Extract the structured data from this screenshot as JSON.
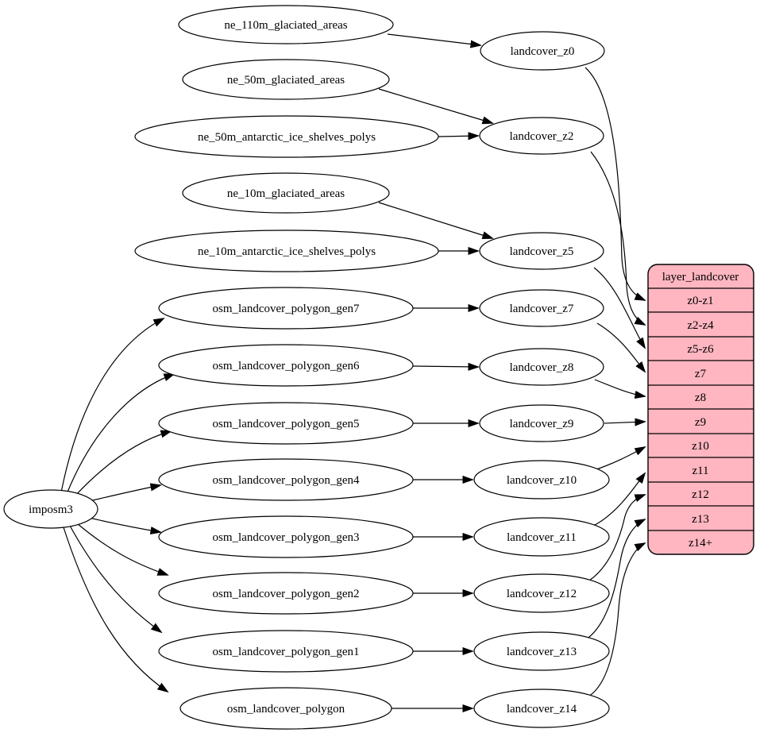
{
  "diagram": {
    "kind": "etl-dependency-graph",
    "colors": {
      "background": "#ffffff",
      "node_fill": "#ffffff",
      "node_stroke": "#000000",
      "edge": "#000000",
      "table_fill": "#ffb6c1",
      "text": "#000000"
    }
  },
  "nodes": {
    "imposm3": {
      "label": "imposm3"
    },
    "ne_110m_glaciated_areas": {
      "label": "ne_110m_glaciated_areas"
    },
    "ne_50m_glaciated_areas": {
      "label": "ne_50m_glaciated_areas"
    },
    "ne_50m_antarctic_ice_shelves_polys": {
      "label": "ne_50m_antarctic_ice_shelves_polys"
    },
    "ne_10m_glaciated_areas": {
      "label": "ne_10m_glaciated_areas"
    },
    "ne_10m_antarctic_ice_shelves_polys": {
      "label": "ne_10m_antarctic_ice_shelves_polys"
    },
    "osm_landcover_polygon_gen7": {
      "label": "osm_landcover_polygon_gen7"
    },
    "osm_landcover_polygon_gen6": {
      "label": "osm_landcover_polygon_gen6"
    },
    "osm_landcover_polygon_gen5": {
      "label": "osm_landcover_polygon_gen5"
    },
    "osm_landcover_polygon_gen4": {
      "label": "osm_landcover_polygon_gen4"
    },
    "osm_landcover_polygon_gen3": {
      "label": "osm_landcover_polygon_gen3"
    },
    "osm_landcover_polygon_gen2": {
      "label": "osm_landcover_polygon_gen2"
    },
    "osm_landcover_polygon_gen1": {
      "label": "osm_landcover_polygon_gen1"
    },
    "osm_landcover_polygon": {
      "label": "osm_landcover_polygon"
    },
    "landcover_z0": {
      "label": "landcover_z0"
    },
    "landcover_z2": {
      "label": "landcover_z2"
    },
    "landcover_z5": {
      "label": "landcover_z5"
    },
    "landcover_z7": {
      "label": "landcover_z7"
    },
    "landcover_z8": {
      "label": "landcover_z8"
    },
    "landcover_z9": {
      "label": "landcover_z9"
    },
    "landcover_z10": {
      "label": "landcover_z10"
    },
    "landcover_z11": {
      "label": "landcover_z11"
    },
    "landcover_z12": {
      "label": "landcover_z12"
    },
    "landcover_z13": {
      "label": "landcover_z13"
    },
    "landcover_z14": {
      "label": "landcover_z14"
    }
  },
  "table": {
    "title": "layer_landcover",
    "rows": [
      "z0-z1",
      "z2-z4",
      "z5-z6",
      "z7",
      "z8",
      "z9",
      "z10",
      "z11",
      "z12",
      "z13",
      "z14+"
    ]
  },
  "edges": [
    {
      "from": "imposm3",
      "to": "osm_landcover_polygon_gen7"
    },
    {
      "from": "imposm3",
      "to": "osm_landcover_polygon_gen6"
    },
    {
      "from": "imposm3",
      "to": "osm_landcover_polygon_gen5"
    },
    {
      "from": "imposm3",
      "to": "osm_landcover_polygon_gen4"
    },
    {
      "from": "imposm3",
      "to": "osm_landcover_polygon_gen3"
    },
    {
      "from": "imposm3",
      "to": "osm_landcover_polygon_gen2"
    },
    {
      "from": "imposm3",
      "to": "osm_landcover_polygon_gen1"
    },
    {
      "from": "imposm3",
      "to": "osm_landcover_polygon"
    },
    {
      "from": "ne_110m_glaciated_areas",
      "to": "landcover_z0"
    },
    {
      "from": "ne_50m_glaciated_areas",
      "to": "landcover_z2"
    },
    {
      "from": "ne_50m_antarctic_ice_shelves_polys",
      "to": "landcover_z2"
    },
    {
      "from": "ne_10m_glaciated_areas",
      "to": "landcover_z5"
    },
    {
      "from": "ne_10m_antarctic_ice_shelves_polys",
      "to": "landcover_z5"
    },
    {
      "from": "osm_landcover_polygon_gen7",
      "to": "landcover_z7"
    },
    {
      "from": "osm_landcover_polygon_gen6",
      "to": "landcover_z8"
    },
    {
      "from": "osm_landcover_polygon_gen5",
      "to": "landcover_z9"
    },
    {
      "from": "osm_landcover_polygon_gen4",
      "to": "landcover_z10"
    },
    {
      "from": "osm_landcover_polygon_gen3",
      "to": "landcover_z11"
    },
    {
      "from": "osm_landcover_polygon_gen2",
      "to": "landcover_z12"
    },
    {
      "from": "osm_landcover_polygon_gen1",
      "to": "landcover_z13"
    },
    {
      "from": "osm_landcover_polygon",
      "to": "landcover_z14"
    },
    {
      "from": "landcover_z0",
      "to": "layer_landcover",
      "row": "z0-z1"
    },
    {
      "from": "landcover_z2",
      "to": "layer_landcover",
      "row": "z2-z4"
    },
    {
      "from": "landcover_z5",
      "to": "layer_landcover",
      "row": "z5-z6"
    },
    {
      "from": "landcover_z7",
      "to": "layer_landcover",
      "row": "z7"
    },
    {
      "from": "landcover_z8",
      "to": "layer_landcover",
      "row": "z8"
    },
    {
      "from": "landcover_z9",
      "to": "layer_landcover",
      "row": "z9"
    },
    {
      "from": "landcover_z10",
      "to": "layer_landcover",
      "row": "z10"
    },
    {
      "from": "landcover_z11",
      "to": "layer_landcover",
      "row": "z11"
    },
    {
      "from": "landcover_z12",
      "to": "layer_landcover",
      "row": "z12"
    },
    {
      "from": "landcover_z13",
      "to": "layer_landcover",
      "row": "z13"
    },
    {
      "from": "landcover_z14",
      "to": "layer_landcover",
      "row": "z14+"
    }
  ]
}
